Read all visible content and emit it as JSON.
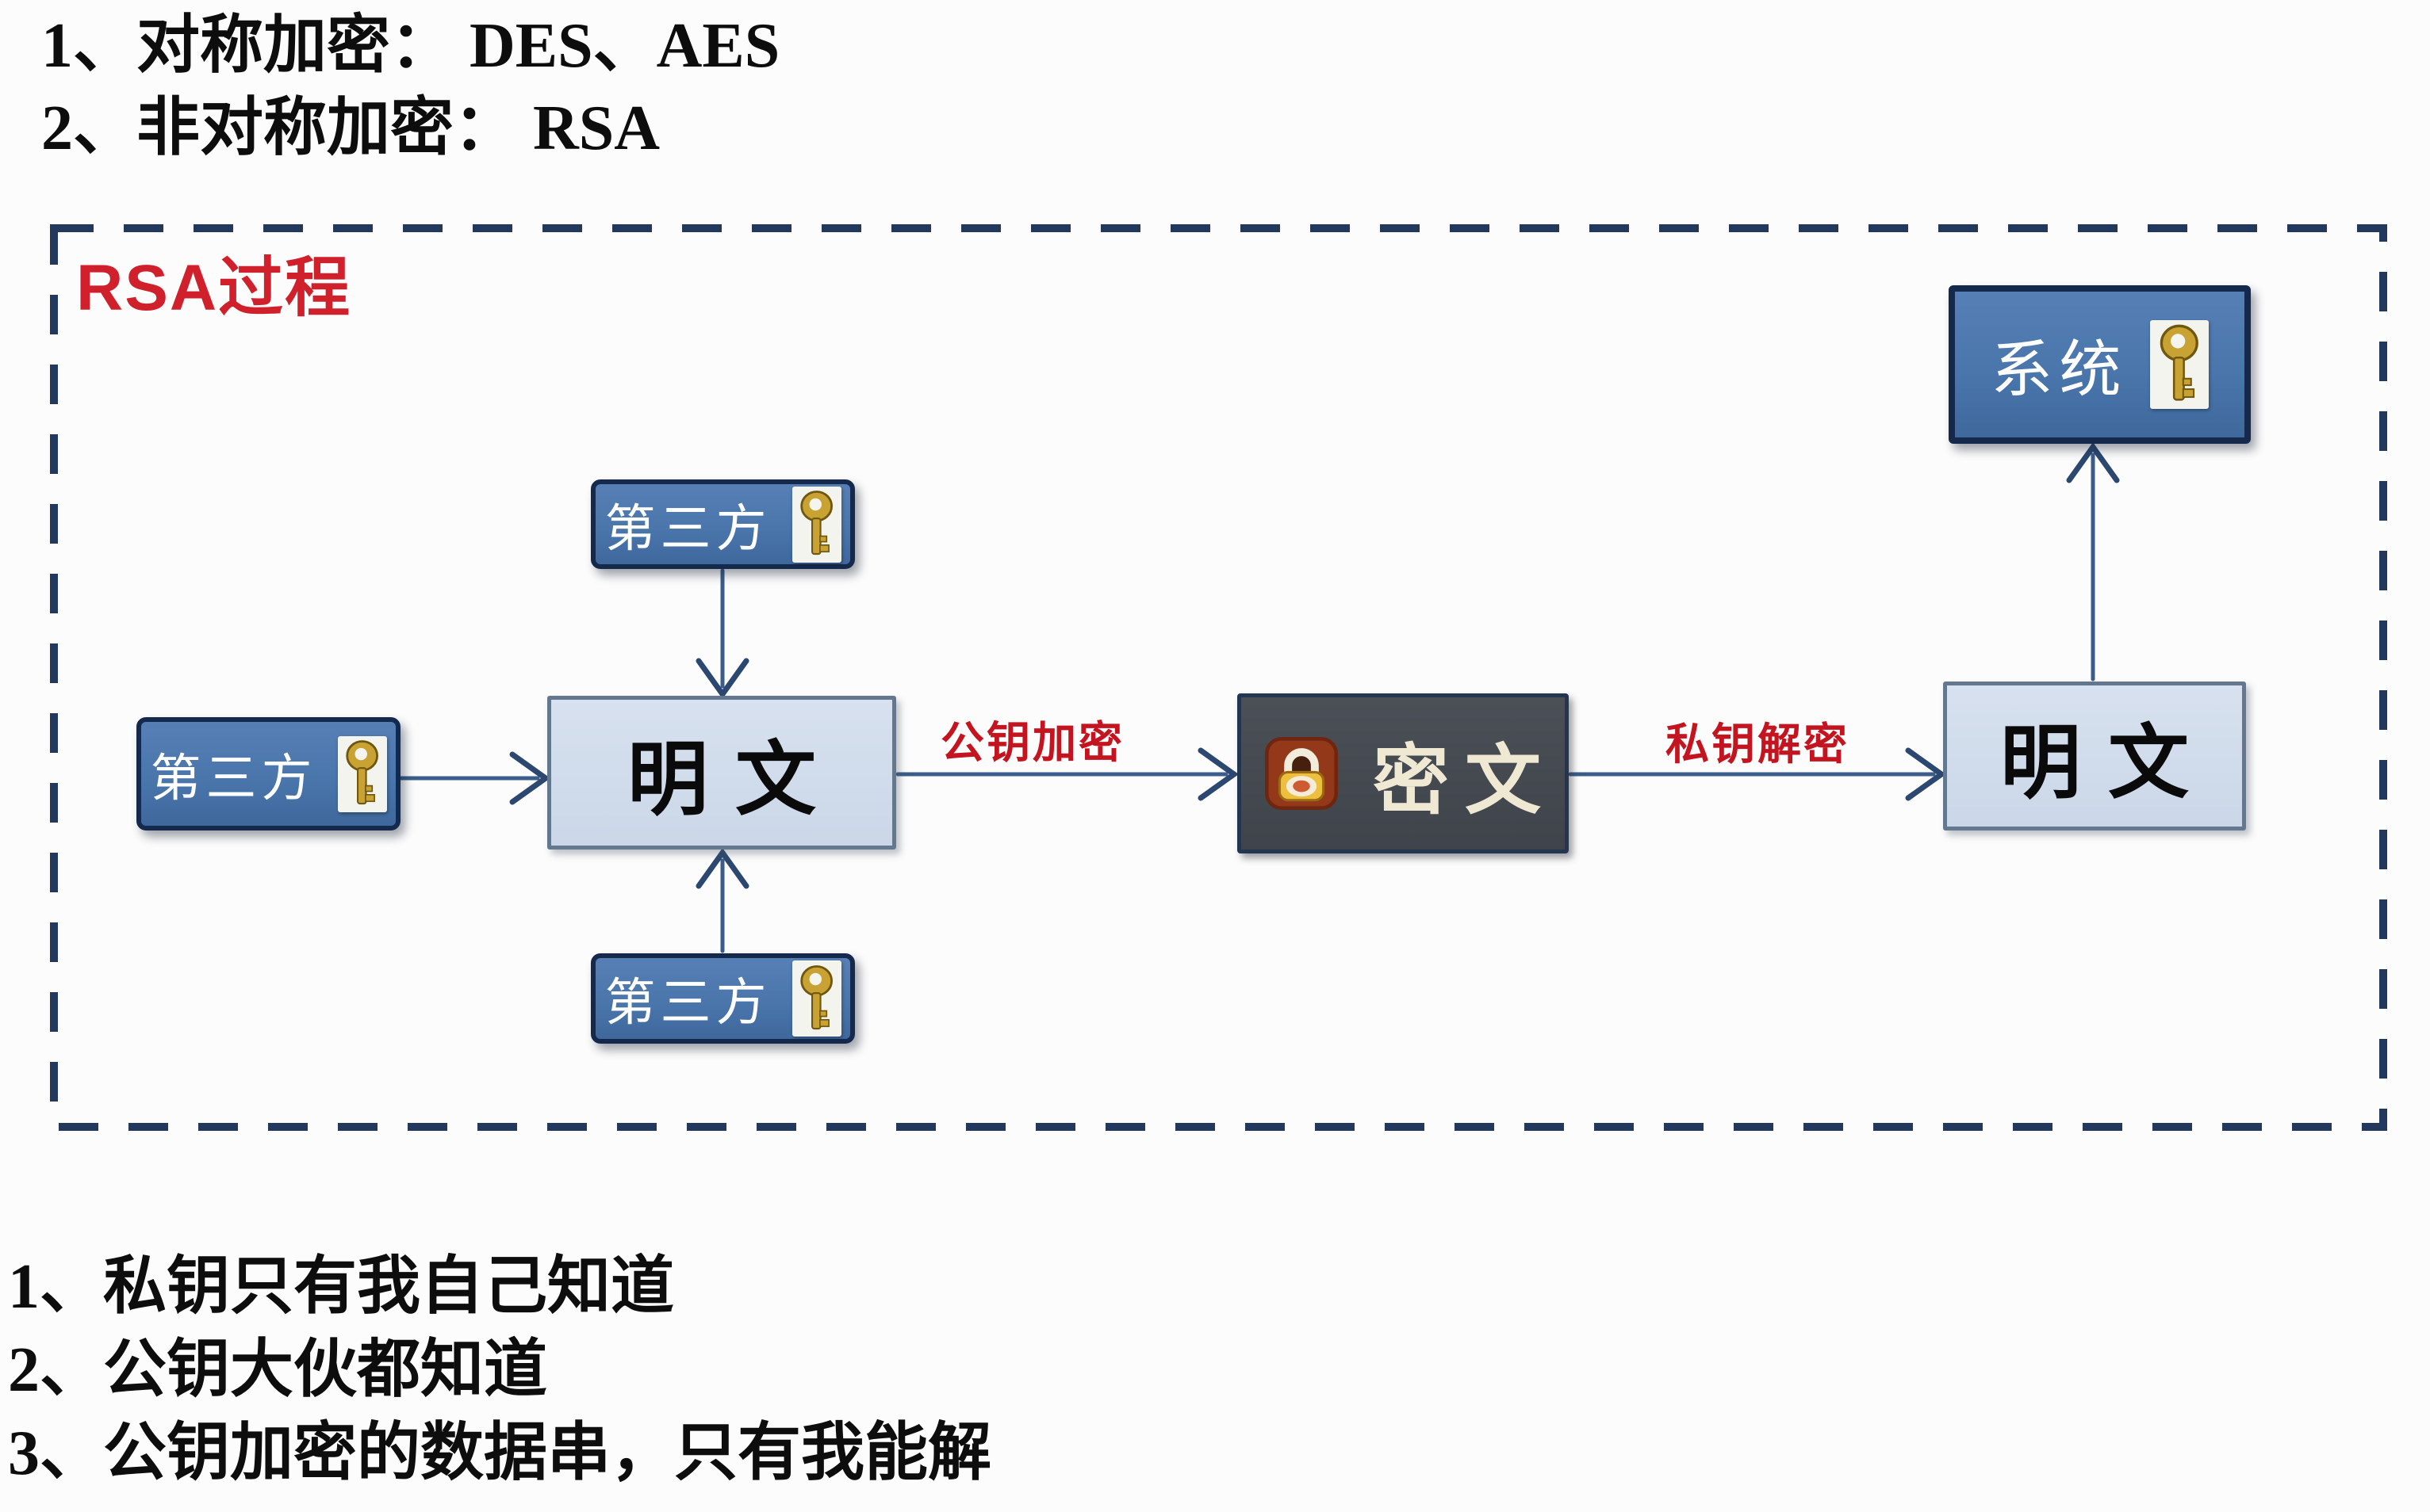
{
  "header": {
    "lines": [
      "1、对称加密： DES、AES",
      "2、非对称加密： RSA"
    ]
  },
  "diagram": {
    "title": "RSA过程",
    "boxes": {
      "third_top": {
        "label": "第三方",
        "icon": "key-icon"
      },
      "third_left": {
        "label": "第三方",
        "icon": "key-icon"
      },
      "third_bottom": {
        "label": "第三方",
        "icon": "key-icon"
      },
      "plain_left": {
        "label": "明文"
      },
      "cipher": {
        "label": "密文",
        "icon": "lock-icon"
      },
      "plain_right": {
        "label": "明文"
      },
      "system": {
        "label": "系统",
        "icon": "key-icon"
      }
    },
    "edge_labels": {
      "public_encrypt": "公钥加密",
      "private_decrypt": "私钥解密"
    },
    "colors": {
      "box_blue": "#4d7ab0",
      "box_light": "#cfdbe9",
      "box_dark": "#45494f",
      "border_navy": "#15294d",
      "dashed_border": "#22385c",
      "arrow": "#3a5d8c",
      "red_label": "#c3141f",
      "title_red": "#d0202b",
      "key_gold": "#c8a233",
      "lock_card": "#93391a",
      "lock_gold": "#edbf3f"
    }
  },
  "footer": {
    "lines": [
      "1、私钥只有我自己知道",
      "2、公钥大伙都知道",
      "3、公钥加密的数据串，只有我能解"
    ]
  }
}
